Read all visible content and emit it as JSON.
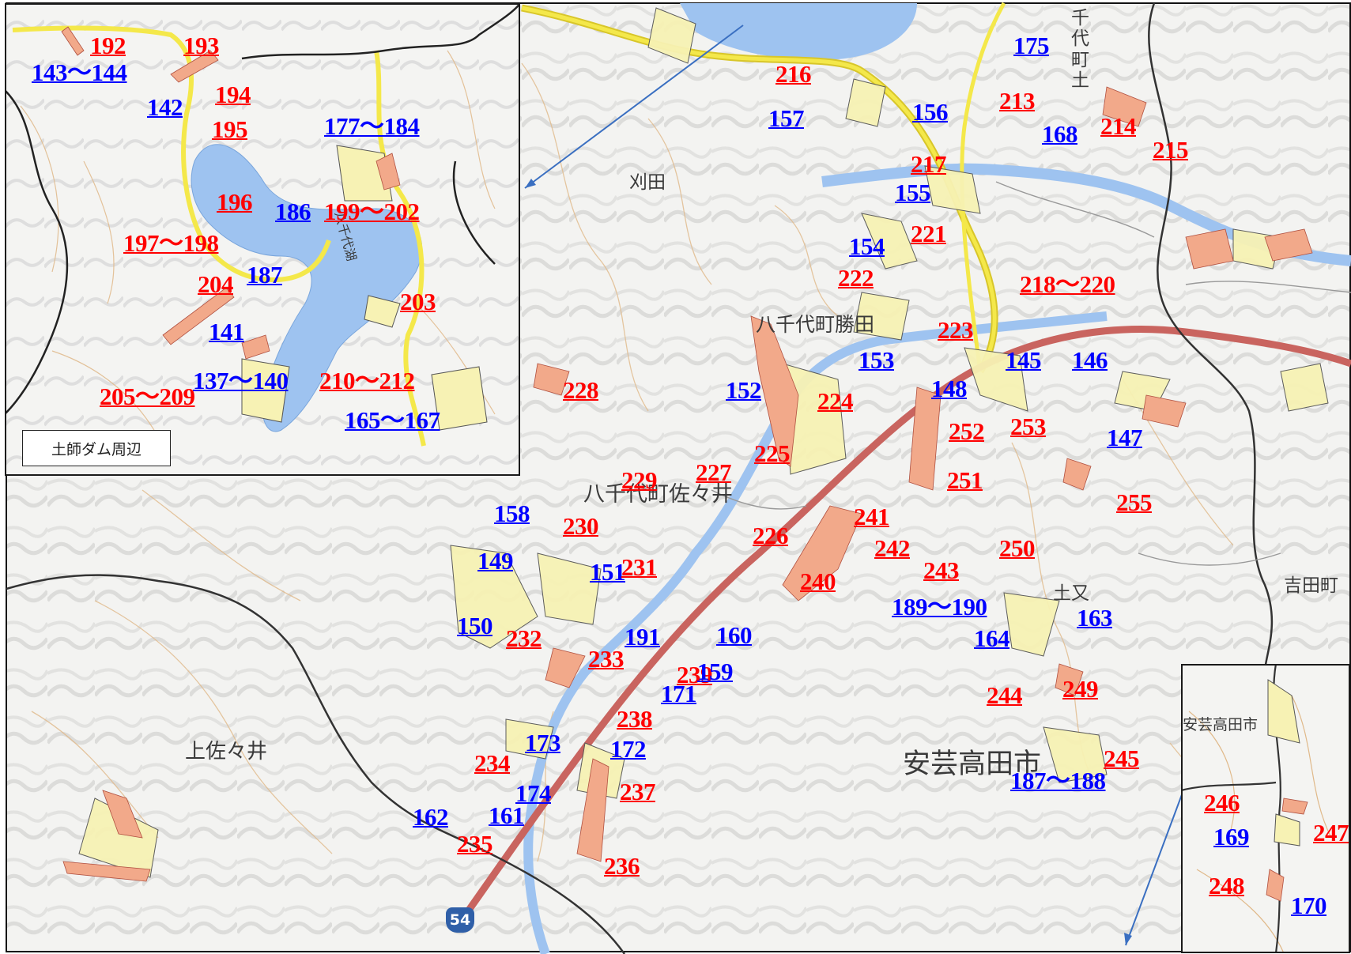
{
  "route_shield": "54",
  "colors": {
    "red_label": "#ff0000",
    "blue_label": "#0000ff",
    "road_yellow": "#f2e23a",
    "expressway": "#c9645f",
    "river_blue": "#9ec3f0",
    "slope_yellow": "#f7f2b4",
    "slope_red": "#f2a98a"
  },
  "place_names": [
    "刈田",
    "八千代町勝田",
    "八千代町佐々井",
    "上佐々井",
    "安芸高田市",
    "吉田町",
    "土又",
    "千代町土"
  ],
  "main_labels": [
    {
      "t": "175",
      "c": "b"
    },
    {
      "t": "216",
      "c": "r"
    },
    {
      "t": "157",
      "c": "b"
    },
    {
      "t": "156",
      "c": "b"
    },
    {
      "t": "213",
      "c": "r"
    },
    {
      "t": "168",
      "c": "b"
    },
    {
      "t": "214",
      "c": "r"
    },
    {
      "t": "215",
      "c": "r"
    },
    {
      "t": "217",
      "c": "r"
    },
    {
      "t": "155",
      "c": "b"
    },
    {
      "t": "221",
      "c": "r"
    },
    {
      "t": "154",
      "c": "b"
    },
    {
      "t": "222",
      "c": "r"
    },
    {
      "t": "218～220",
      "c": "r"
    },
    {
      "t": "223",
      "c": "r"
    },
    {
      "t": "153",
      "c": "b"
    },
    {
      "t": "148",
      "c": "b"
    },
    {
      "t": "145",
      "c": "b"
    },
    {
      "t": "146",
      "c": "b"
    },
    {
      "t": "152",
      "c": "b"
    },
    {
      "t": "224",
      "c": "r"
    },
    {
      "t": "228",
      "c": "r"
    },
    {
      "t": "252",
      "c": "r"
    },
    {
      "t": "253",
      "c": "r"
    },
    {
      "t": "147",
      "c": "b"
    },
    {
      "t": "225",
      "c": "r"
    },
    {
      "t": "227",
      "c": "r"
    },
    {
      "t": "229",
      "c": "r"
    },
    {
      "t": "251",
      "c": "r"
    },
    {
      "t": "255",
      "c": "r"
    },
    {
      "t": "158",
      "c": "b"
    },
    {
      "t": "230",
      "c": "r"
    },
    {
      "t": "241",
      "c": "r"
    },
    {
      "t": "226",
      "c": "r"
    },
    {
      "t": "242",
      "c": "r"
    },
    {
      "t": "250",
      "c": "r"
    },
    {
      "t": "243",
      "c": "r"
    },
    {
      "t": "149",
      "c": "b"
    },
    {
      "t": "151",
      "c": "b"
    },
    {
      "t": "231",
      "c": "r"
    },
    {
      "t": "240",
      "c": "r"
    },
    {
      "t": "189～190",
      "c": "b"
    },
    {
      "t": "163",
      "c": "b"
    },
    {
      "t": "150",
      "c": "b"
    },
    {
      "t": "232",
      "c": "r"
    },
    {
      "t": "191",
      "c": "b"
    },
    {
      "t": "160",
      "c": "b"
    },
    {
      "t": "164",
      "c": "b"
    },
    {
      "t": "233",
      "c": "r"
    },
    {
      "t": "239",
      "c": "r"
    },
    {
      "t": "159",
      "c": "b"
    },
    {
      "t": "171",
      "c": "b"
    },
    {
      "t": "249",
      "c": "r"
    },
    {
      "t": "244",
      "c": "r"
    },
    {
      "t": "238",
      "c": "r"
    },
    {
      "t": "173",
      "c": "b"
    },
    {
      "t": "172",
      "c": "b"
    },
    {
      "t": "234",
      "c": "r"
    },
    {
      "t": "245",
      "c": "r"
    },
    {
      "t": "187～188",
      "c": "b"
    },
    {
      "t": "174",
      "c": "b"
    },
    {
      "t": "237",
      "c": "r"
    },
    {
      "t": "162",
      "c": "b"
    },
    {
      "t": "161",
      "c": "b"
    },
    {
      "t": "235",
      "c": "r"
    },
    {
      "t": "236",
      "c": "r"
    }
  ],
  "inset_dam": {
    "caption": "土師ダム周辺",
    "lake_text": "八千代湖",
    "labels": [
      {
        "t": "192",
        "c": "r"
      },
      {
        "t": "193",
        "c": "r"
      },
      {
        "t": "143～144",
        "c": "b"
      },
      {
        "t": "194",
        "c": "r"
      },
      {
        "t": "142",
        "c": "b"
      },
      {
        "t": "195",
        "c": "r"
      },
      {
        "t": "177～184",
        "c": "b"
      },
      {
        "t": "196",
        "c": "r"
      },
      {
        "t": "186",
        "c": "b"
      },
      {
        "t": "199～202",
        "c": "r"
      },
      {
        "t": "197～198",
        "c": "r"
      },
      {
        "t": "204",
        "c": "r"
      },
      {
        "t": "187",
        "c": "b"
      },
      {
        "t": "203",
        "c": "r"
      },
      {
        "t": "141",
        "c": "b"
      },
      {
        "t": "137～140",
        "c": "b"
      },
      {
        "t": "210～212",
        "c": "r"
      },
      {
        "t": "205～209",
        "c": "r"
      },
      {
        "t": "165～167",
        "c": "b"
      }
    ]
  },
  "inset_small": {
    "place_name": "安芸高田市",
    "labels": [
      {
        "t": "246",
        "c": "r"
      },
      {
        "t": "169",
        "c": "b"
      },
      {
        "t": "247",
        "c": "r"
      },
      {
        "t": "248",
        "c": "r"
      },
      {
        "t": "170",
        "c": "b"
      }
    ]
  }
}
